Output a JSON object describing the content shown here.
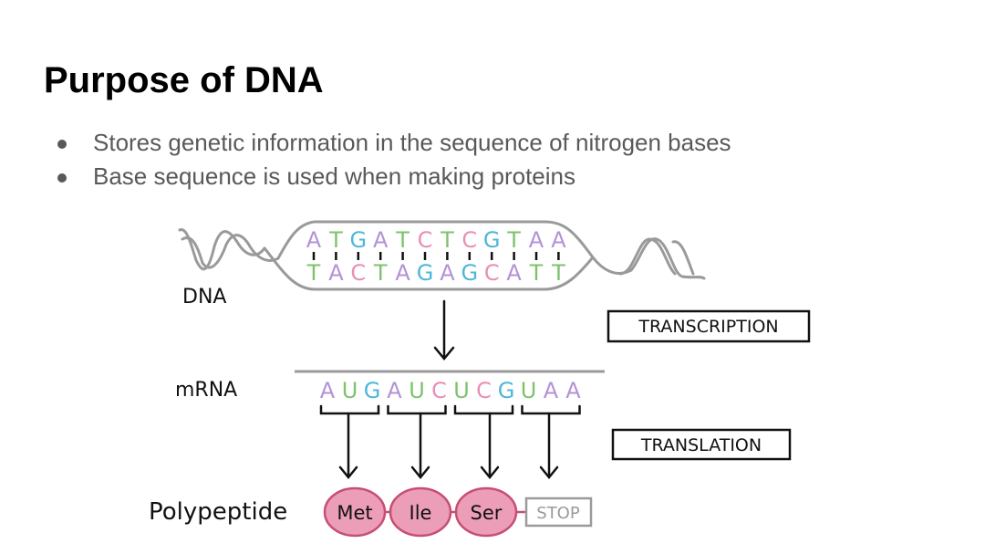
{
  "slide": {
    "title": "Purpose of DNA",
    "bullets": [
      "Stores genetic information in the sequence of nitrogen bases",
      "Base sequence is used when making proteins"
    ]
  },
  "diagram": {
    "dna_label": "DNA",
    "mrna_label": "mRNA",
    "polypeptide_label": "Polypeptide",
    "transcription_label": "TRANSCRIPTION",
    "translation_label": "TRANSLATION",
    "dna_top": [
      "A",
      "T",
      "G",
      "A",
      "T",
      "C",
      "T",
      "C",
      "G",
      "T",
      "A",
      "A"
    ],
    "dna_bottom": [
      "T",
      "A",
      "C",
      "T",
      "A",
      "G",
      "A",
      "G",
      "C",
      "A",
      "T",
      "T"
    ],
    "mrna": [
      "A",
      "U",
      "G",
      "A",
      "U",
      "C",
      "U",
      "C",
      "G",
      "U",
      "A",
      "A"
    ],
    "amino_acids": [
      "Met",
      "Ile",
      "Ser"
    ],
    "stop_label": "STOP",
    "base_colors": {
      "A": "#b392d6",
      "T": "#7cc36b",
      "U": "#7cc36b",
      "G": "#4fb7d8",
      "C": "#e88fb6"
    },
    "amino_fill": "#ec9db7",
    "amino_stroke": "#c64f72"
  }
}
